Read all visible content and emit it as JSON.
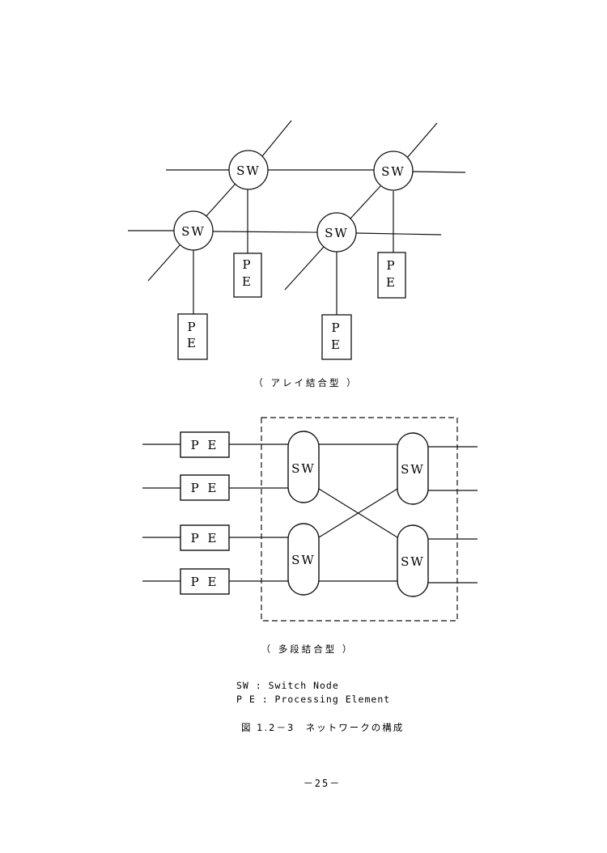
{
  "array": {
    "caption": "（ アレイ結合型 ）",
    "switches": [
      {
        "label": "SW"
      },
      {
        "label": "SW"
      },
      {
        "label": "SW"
      },
      {
        "label": "SW"
      }
    ],
    "pes": [
      {
        "line1": "P",
        "line2": "E"
      },
      {
        "line1": "P",
        "line2": "E"
      },
      {
        "line1": "P",
        "line2": "E"
      },
      {
        "line1": "P",
        "line2": "E"
      }
    ]
  },
  "multistage": {
    "caption": "（ 多段結合型 ）",
    "pes": [
      {
        "label": "P E"
      },
      {
        "label": "P E"
      },
      {
        "label": "P E"
      },
      {
        "label": "P E"
      }
    ],
    "switches": [
      {
        "label": "SW"
      },
      {
        "label": "SW"
      },
      {
        "label": "SW"
      },
      {
        "label": "SW"
      }
    ]
  },
  "legend": {
    "sw": "SW : Switch Node",
    "pe": "P E : Processing Element"
  },
  "figure_caption": "図 1.2－3　ネットワークの構成",
  "page_number": "－25－"
}
